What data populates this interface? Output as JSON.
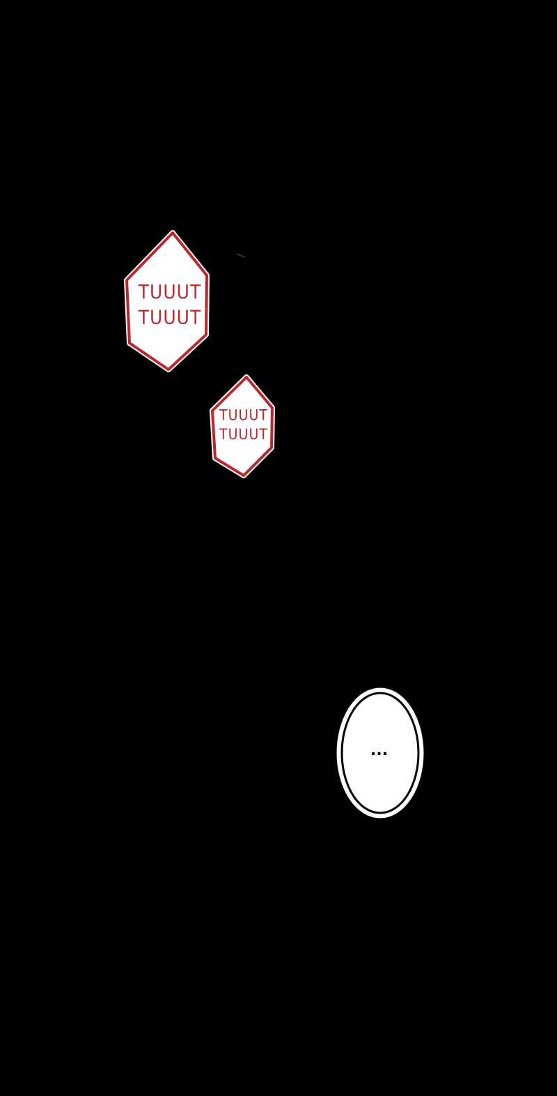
{
  "panel": {
    "sfx_bubbles": [
      {
        "lines": [
          "TUUUT",
          "TUUUT"
        ]
      },
      {
        "lines": [
          "TUUUT",
          "TUUUT"
        ]
      }
    ],
    "speech_bubble": {
      "text": "..."
    }
  },
  "colors": {
    "background": "#000000",
    "sfx_outline": "#b8282e",
    "bubble_fill": "#ffffff"
  }
}
